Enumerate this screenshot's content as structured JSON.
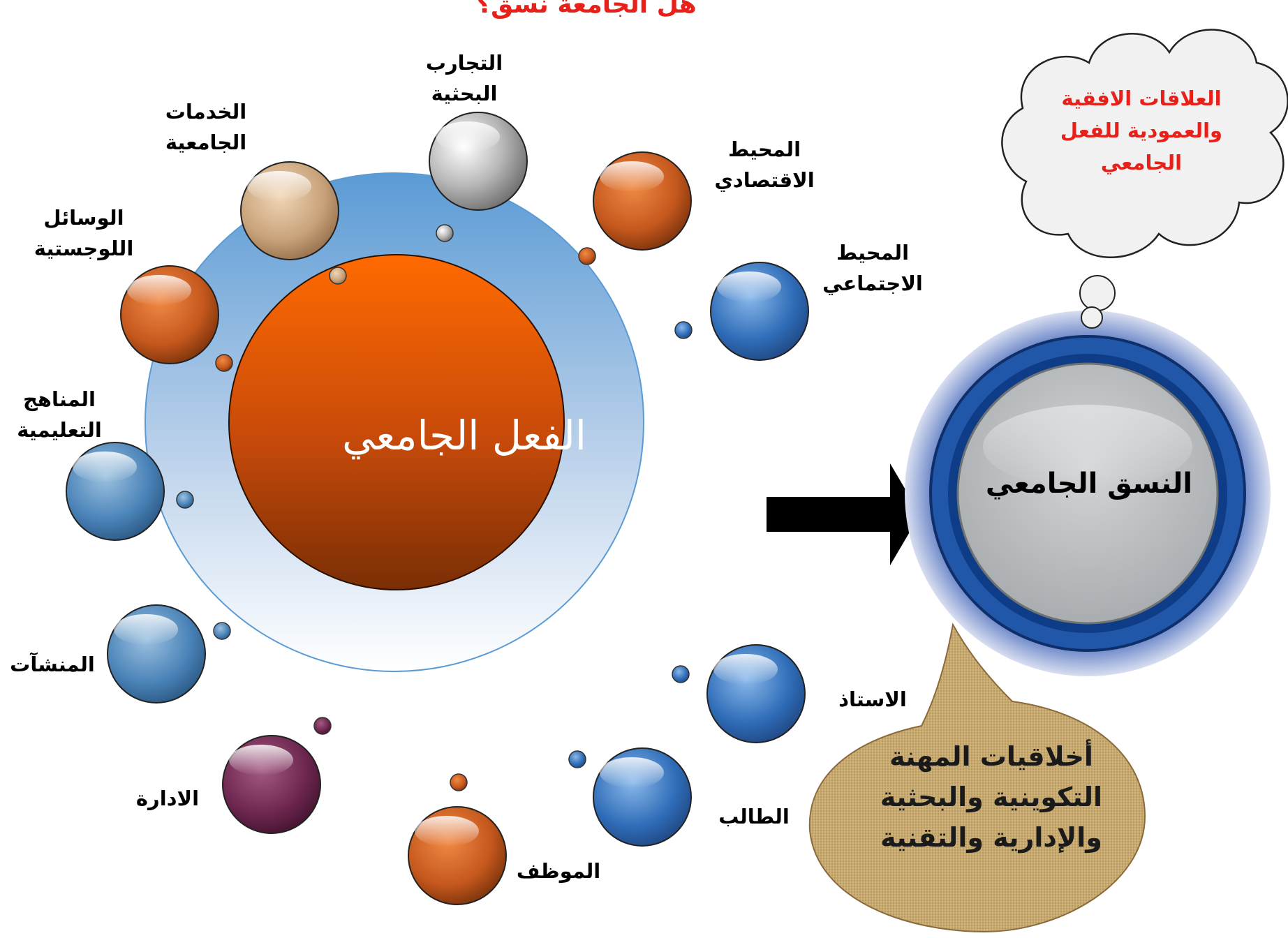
{
  "title": "هل الجامعة نسق؟",
  "center": {
    "label": "الفعل الجامعي"
  },
  "system": {
    "label": "النسق الجامعي"
  },
  "cloud": {
    "line1": "العلاقات الافقية",
    "line2": "والعمودية للفعل",
    "line3": "الجامعي"
  },
  "ethics": {
    "line1": "أخلاقيات المهنة",
    "line2": "التكوينية والبحثية",
    "line3": "والإدارية والتقنية"
  },
  "satellites": [
    {
      "line1": "التجارب",
      "line2": "البحثية"
    },
    {
      "line1": "المحيط",
      "line2": "الاقتصادي"
    },
    {
      "line1": "المحيط",
      "line2": "الاجتماعي"
    },
    {
      "line1": "الاستاذ",
      "line2": ""
    },
    {
      "line1": "الطالب",
      "line2": ""
    },
    {
      "line1": "الموظف",
      "line2": ""
    },
    {
      "line1": "الادارة",
      "line2": ""
    },
    {
      "line1": "المنشآت",
      "line2": ""
    },
    {
      "line1": "المناهج",
      "line2": "التعليمية"
    },
    {
      "line1": "الوسائل",
      "line2": "اللوجستية"
    },
    {
      "line1": "الخدمات",
      "line2": "الجامعية"
    }
  ],
  "colors": {
    "title": "#e8201a",
    "center_top": "#ff6a00",
    "center_bottom": "#7a2e05",
    "ring_top": "#5b9bd5",
    "ring_bottom": "#ffffff",
    "orange_ball": "#c5581d",
    "blue_ball": "#2f6db8",
    "purple_ball": "#5e2044",
    "gray_ball": "#8a8a8a",
    "tan_ball": "#c8a27a"
  }
}
